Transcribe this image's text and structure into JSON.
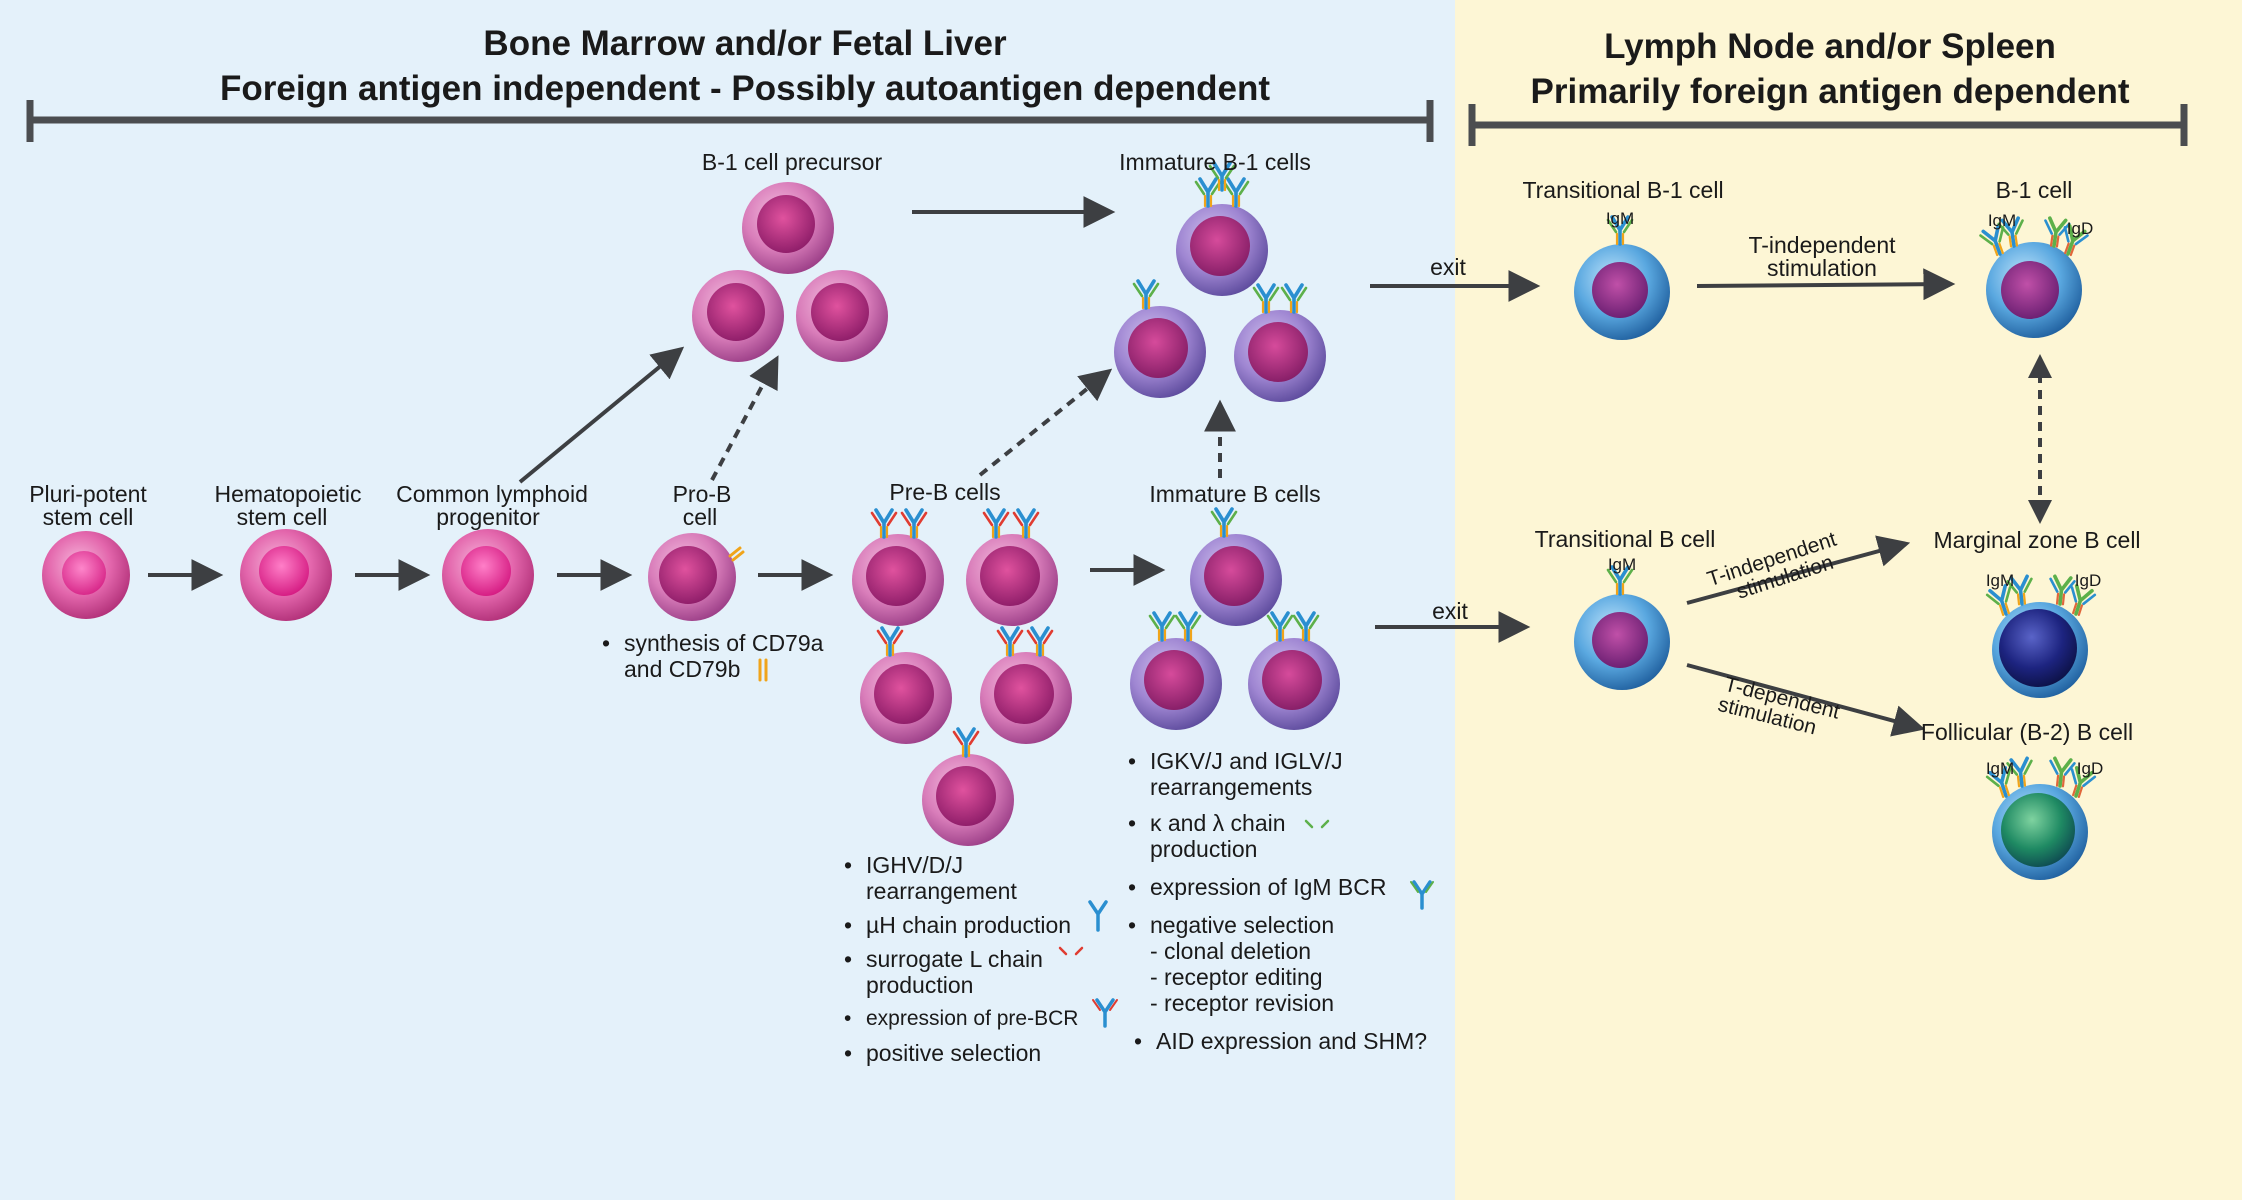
{
  "headers": {
    "left_line1": "Bone Marrow and/or Fetal Liver",
    "left_line2": "Foreign antigen independent - Possibly autoantigen dependent",
    "right_line1": "Lymph Node and/or Spleen",
    "right_line2": "Primarily foreign antigen dependent"
  },
  "stages": {
    "pluripotent_1": "Pluri-potent",
    "pluripotent_2": "stem cell",
    "hematopoietic_1": "Hematopoietic",
    "hematopoietic_2": "stem cell",
    "clp_1": "Common lymphoid",
    "clp_2": "progenitor",
    "prob_1": "Pro-B",
    "prob_2": "cell",
    "b1_precursor": "B-1 cell precursor",
    "preb": "Pre-B cells",
    "immature_b1": "Immature B-1 cells",
    "immature_b": "Immature B cells",
    "transitional_b1": "Transitional B-1 cell",
    "transitional_b": "Transitional B cell",
    "b1_cell": "B-1 cell",
    "marginal_zone": "Marginal zone B cell",
    "follicular": "Follicular (B-2) B cell"
  },
  "arrow_labels": {
    "exit_top": "exit",
    "exit_bottom": "exit",
    "ti_top_1": "T-independent",
    "ti_top_2": "stimulation",
    "ti_mid_1": "T-independent",
    "ti_mid_2": "stimulation",
    "td_1": "T-dependent",
    "td_2": "stimulation"
  },
  "ig_labels": {
    "igm": "IgM",
    "igd": "IgD"
  },
  "notes": {
    "prob": [
      "synthesis of CD79a",
      "and CD79b"
    ],
    "preb": [
      "IGHV/D/J",
      "rearrangement",
      "µH chain production",
      "surrogate L chain",
      "production",
      "expression of pre-BCR",
      "positive selection"
    ],
    "immature": [
      "IGKV/J and IGLV/J",
      "rearrangements",
      "κ and λ chain",
      "production",
      "expression of IgM BCR",
      "negative selection",
      "- clonal deletion",
      "- receptor editing",
      "- receptor revision",
      "AID expression and SHM?"
    ]
  },
  "colors": {
    "bone_marrow_bg": "#e4f1fa",
    "lymph_node_bg": "#fdf6d5",
    "arrow": "#3d3f42",
    "bcr_blue": "#2a8fd0",
    "bcr_green": "#5db04a",
    "bcr_orange": "#f0a41a",
    "surrogate_red": "#e03c31"
  }
}
